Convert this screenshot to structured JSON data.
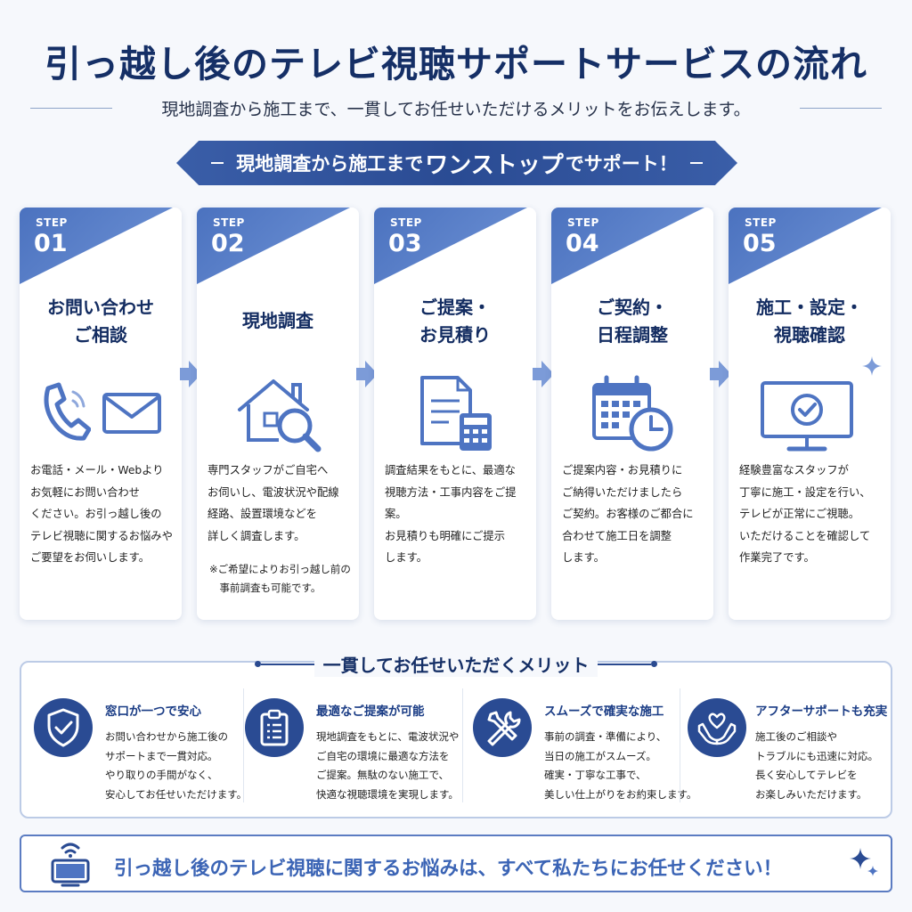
{
  "page": {
    "title": "引っ越し後のテレビ視聴サポートサービスの流れ",
    "subtitle": "現地調査から施工まで、一貫してお任せいただけるメリットをお伝えします。",
    "ribbon": {
      "part1": "現地調査から施工まで",
      "part2": "ワンストップ",
      "part3": "でサポート！"
    }
  },
  "steps": [
    {
      "label": "STEP",
      "number": "01",
      "title": "お問い合わせ\nご相談",
      "icons": [
        "phone-icon",
        "mail-icon"
      ],
      "desc": "お電話・メール・Webより\nお気軽にお問い合わせ\nください。お引っ越し後の\nテレビ視聴に関するお悩みや\nご要望をお伺いします。"
    },
    {
      "label": "STEP",
      "number": "02",
      "title": "現地調査",
      "icons": [
        "house-search-icon"
      ],
      "desc": "専門スタッフがご自宅へ\nお伺いし、電波状況や配線\n経路、設置環境などを\n詳しく調査します。",
      "note": "※ご希望によりお引っ越し前の\n　事前調査も可能です。"
    },
    {
      "label": "STEP",
      "number": "03",
      "title": "ご提案・\nお見積り",
      "icons": [
        "document-calculator-icon"
      ],
      "desc": "調査結果をもとに、最適な\n視聴方法・工事内容をご提案。\nお見積りも明確にご提示\nします。"
    },
    {
      "label": "STEP",
      "number": "04",
      "title": "ご契約・\n日程調整",
      "icons": [
        "calendar-clock-icon"
      ],
      "desc": "ご提案内容・お見積りに\nご納得いただけましたら\nご契約。お客様のご都合に\n合わせて施工日を調整\nします。"
    },
    {
      "label": "STEP",
      "number": "05",
      "title": "施工・設定・\n視聴確認",
      "icons": [
        "monitor-check-icon",
        "sparkle-icon"
      ],
      "desc": "経験豊富なスタッフが\n丁寧に施工・設定を行い、\nテレビが正常にご視聴。\nいただけることを確認して\n作業完了です。"
    }
  ],
  "merits": {
    "heading": "一貫してお任せいただくメリット",
    "items": [
      {
        "icon": "shield-check-icon",
        "title": "窓口が一つで安心",
        "desc": "お問い合わせから施工後の\nサポートまで一貫対応。\nやり取りの手間がなく、\n安心してお任せいただけます。"
      },
      {
        "icon": "clipboard-icon",
        "title": "最適なご提案が可能",
        "desc": "現地調査をもとに、電波状況や\nご自宅の環境に最適な方法を\nご提案。無駄のない施工で、\n快適な視聴環境を実現します。"
      },
      {
        "icon": "tools-icon",
        "title": "スムーズで確実な施工",
        "desc": "事前の調査・準備により、\n当日の施工がスムーズ。\n確実・丁寧な工事で、\n美しい仕上がりをお約束します。"
      },
      {
        "icon": "heart-hands-icon",
        "title": "アフターサポートも充実",
        "desc": "施工後のご相談や\nトラブルにも迅速に対応。\n長く安心してテレビを\nお楽しみいただけます。"
      }
    ]
  },
  "banner": {
    "text": "引っ越し後のテレビ視聴に関するお悩みは、すべて私たちにお任せください！"
  },
  "colors": {
    "navy": "#152f66",
    "primary": "#2a4b93",
    "accent": "#4b72bf",
    "light": "#8fa8dc"
  }
}
